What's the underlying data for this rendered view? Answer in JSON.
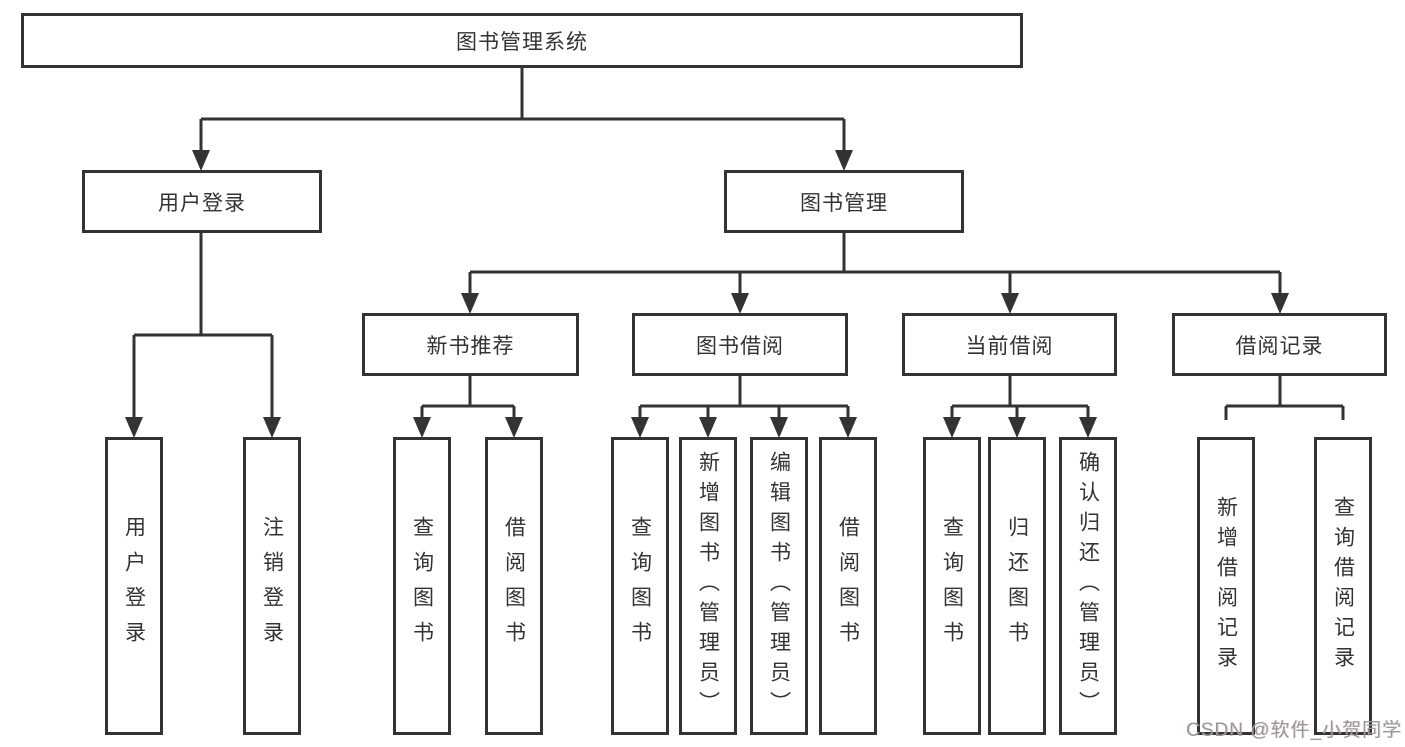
{
  "tree": {
    "root": {
      "label": "图书管理系统",
      "children": [
        {
          "label": "用户登录",
          "children": [
            {
              "label": "用户登录"
            },
            {
              "label": "注销登录"
            }
          ]
        },
        {
          "label": "图书管理",
          "children": [
            {
              "label": "新书推荐",
              "children": [
                {
                  "label": "查询图书"
                },
                {
                  "label": "借阅图书"
                }
              ]
            },
            {
              "label": "图书借阅",
              "children": [
                {
                  "label": "查询图书"
                },
                {
                  "label": "新增图书（管理员）"
                },
                {
                  "label": "编辑图书（管理员）"
                },
                {
                  "label": "借阅图书"
                }
              ]
            },
            {
              "label": "当前借阅",
              "children": [
                {
                  "label": "查询图书"
                },
                {
                  "label": "归还图书"
                },
                {
                  "label": "确认归还（管理员）"
                }
              ]
            },
            {
              "label": "借阅记录",
              "children": [
                {
                  "label": "新增借阅记录"
                },
                {
                  "label": "查询借阅记录"
                }
              ]
            }
          ]
        }
      ]
    }
  },
  "style": {
    "line_color": "#333333",
    "box_border_color": "#333333",
    "text_color": "#333333",
    "watermark_color": "#97989a",
    "background": "#ffffff"
  },
  "watermark": {
    "text": "CSDN @软件_小贺同学"
  }
}
